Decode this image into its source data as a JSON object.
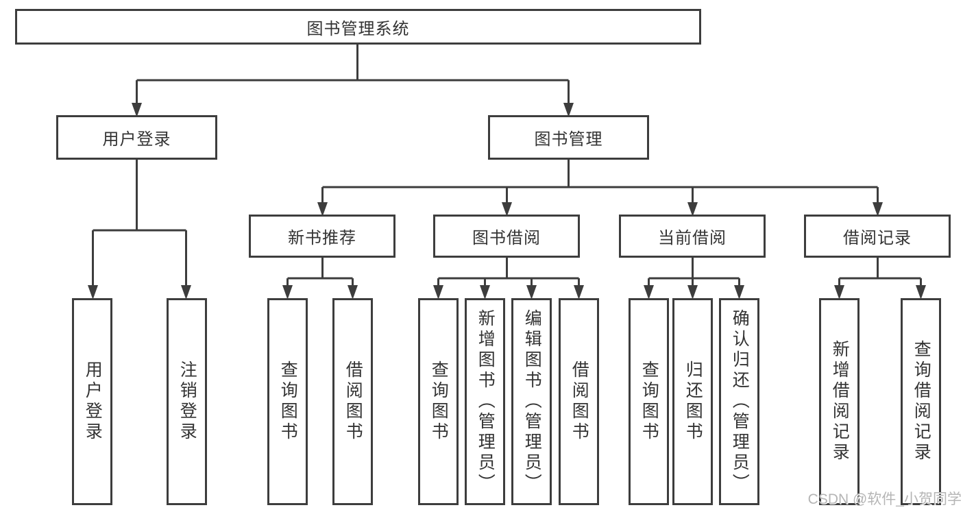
{
  "tree": {
    "root": {
      "label": "图书管理系统"
    },
    "branches": [
      {
        "label": "用户登录",
        "leaves": [
          {
            "label": "用户登录"
          },
          {
            "label": "注销登录"
          }
        ]
      },
      {
        "label": "图书管理",
        "groups": [
          {
            "label": "新书推荐",
            "leaves": [
              {
                "label": "查询图书"
              },
              {
                "label": "借阅图书"
              }
            ]
          },
          {
            "label": "图书借阅",
            "leaves": [
              {
                "label": "查询图书"
              },
              {
                "label": "新增图书（管理员）"
              },
              {
                "label": "编辑图书（管理员）"
              },
              {
                "label": "借阅图书"
              }
            ]
          },
          {
            "label": "当前借阅",
            "leaves": [
              {
                "label": "查询图书"
              },
              {
                "label": "归还图书"
              },
              {
                "label": "确认归还（管理员）"
              }
            ]
          },
          {
            "label": "借阅记录",
            "leaves": [
              {
                "label": "新增借阅记录"
              },
              {
                "label": "查询借阅记录"
              }
            ]
          }
        ]
      }
    ]
  },
  "watermark": {
    "text": "CSDN @软件_小贺同学"
  },
  "colors": {
    "line": "#3d3d3d",
    "text": "#333333",
    "watermark": "#b5b5b5",
    "background": "#ffffff"
  }
}
